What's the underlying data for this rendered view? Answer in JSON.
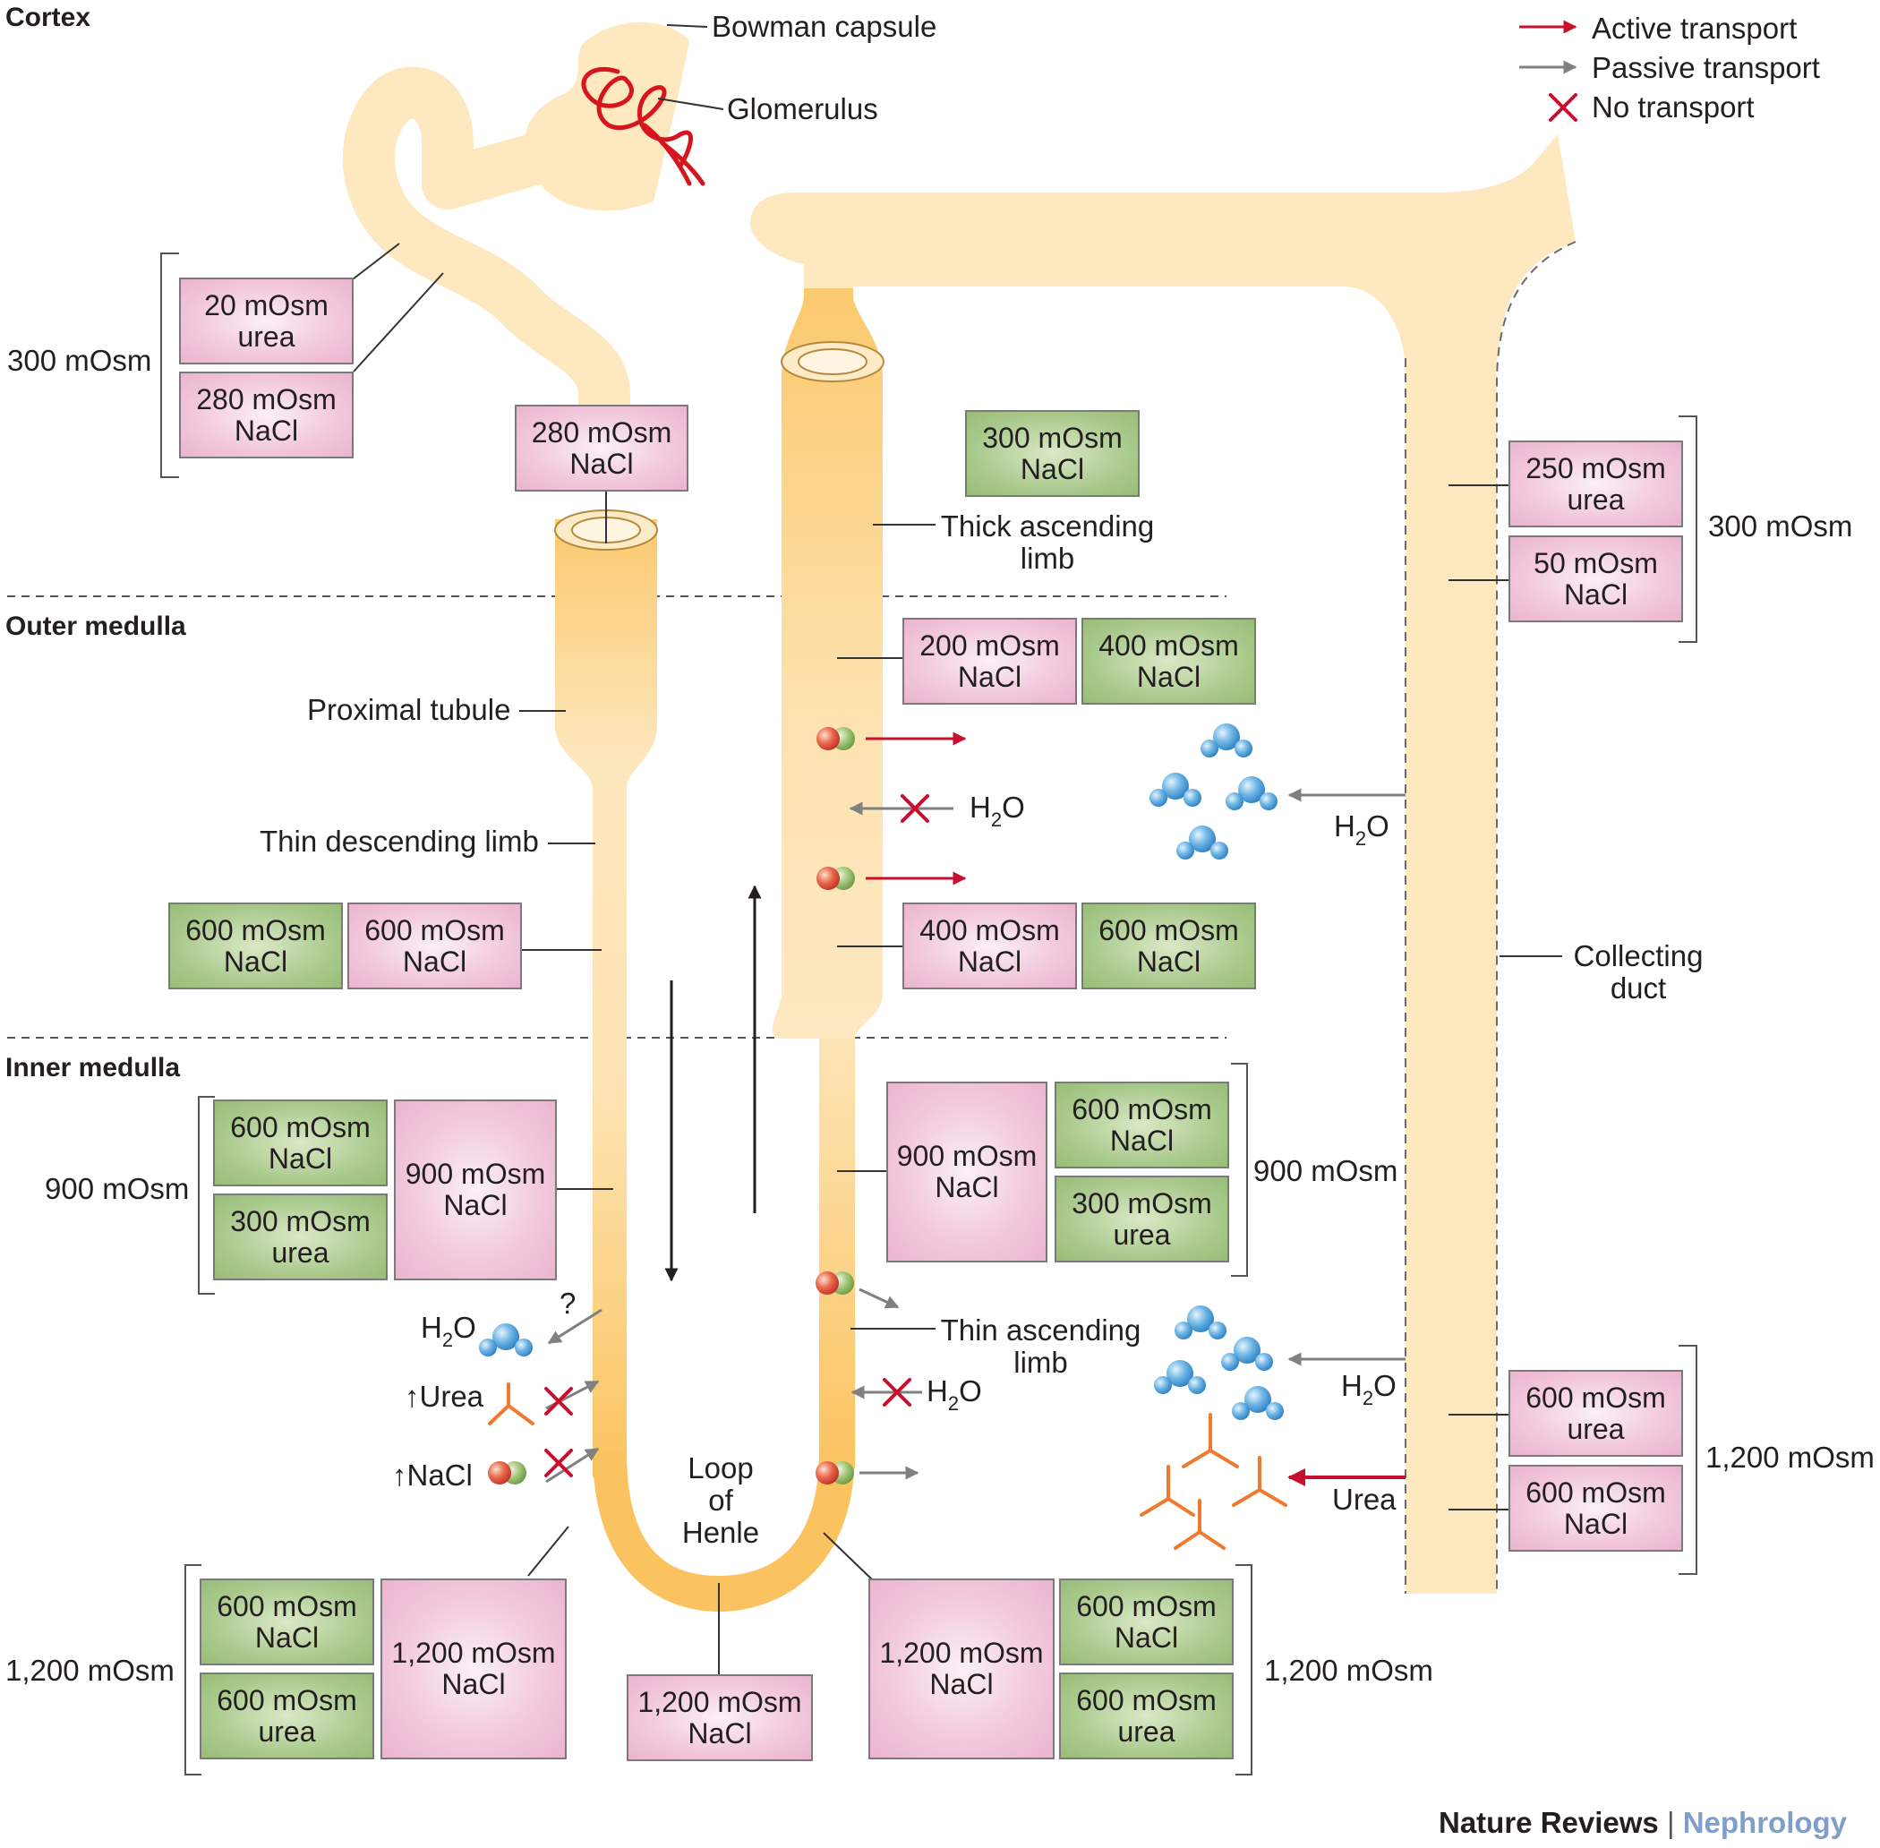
{
  "zones": {
    "cortex": "Cortex",
    "outer": "Outer medulla",
    "inner": "Inner medulla"
  },
  "labels": {
    "bowman": "Bowman capsule",
    "glomerulus": "Glomerulus",
    "proximal": "Proximal tubule",
    "thin_desc": "Thin descending limb",
    "thick_asc_1": "Thick ascending",
    "thick_asc_2": "limb",
    "thin_asc_1": "Thin ascending",
    "thin_asc_2": "limb",
    "loop_1": "Loop",
    "loop_2": "of",
    "loop_3": "Henle",
    "collecting_1": "Collecting",
    "collecting_2": "duct"
  },
  "legend": {
    "active": "Active transport",
    "passive": "Passive transport",
    "none": "No transport",
    "colors": {
      "active": "#c8102e",
      "passive": "#808080",
      "none": "#c8102e"
    }
  },
  "totals": {
    "cortex_left": "300 mOsm",
    "cortex_right": "300 mOsm",
    "inner_left": "900 mOsm",
    "inner_right": "900 mOsm",
    "bottom_left": "1,200 mOsm",
    "bottom_mid": "1,200 mOsm",
    "duct_bottom": "1,200 mOsm"
  },
  "boxes": {
    "b1": {
      "l1": "20 mOsm",
      "l2": "urea"
    },
    "b2": {
      "l1": "280 mOsm",
      "l2": "NaCl"
    },
    "b3": {
      "l1": "280 mOsm",
      "l2": "NaCl"
    },
    "b4": {
      "l1": "300 mOsm",
      "l2": "NaCl"
    },
    "b5": {
      "l1": "250 mOsm",
      "l2": "urea"
    },
    "b6": {
      "l1": "50 mOsm",
      "l2": "NaCl"
    },
    "b7": {
      "l1": "200 mOsm",
      "l2": "NaCl"
    },
    "b8": {
      "l1": "400 mOsm",
      "l2": "NaCl"
    },
    "b9": {
      "l1": "600 mOsm",
      "l2": "NaCl"
    },
    "b10": {
      "l1": "600 mOsm",
      "l2": "NaCl"
    },
    "b11": {
      "l1": "400 mOsm",
      "l2": "NaCl"
    },
    "b12": {
      "l1": "600 mOsm",
      "l2": "NaCl"
    },
    "b13": {
      "l1": "600 mOsm",
      "l2": "NaCl"
    },
    "b14": {
      "l1": "300 mOsm",
      "l2": "urea"
    },
    "b15": {
      "l1": "900 mOsm",
      "l2": "NaCl"
    },
    "b16": {
      "l1": "900 mOsm",
      "l2": "NaCl"
    },
    "b17": {
      "l1": "600 mOsm",
      "l2": "NaCl"
    },
    "b18": {
      "l1": "300 mOsm",
      "l2": "urea"
    },
    "b19": {
      "l1": "600 mOsm",
      "l2": "urea"
    },
    "b20": {
      "l1": "600 mOsm",
      "l2": "NaCl"
    },
    "b21": {
      "l1": "600 mOsm",
      "l2": "NaCl"
    },
    "b22": {
      "l1": "600 mOsm",
      "l2": "urea"
    },
    "b23": {
      "l1": "1,200 mOsm",
      "l2": "NaCl"
    },
    "b24": {
      "l1": "1,200 mOsm",
      "l2": "NaCl"
    },
    "b25": {
      "l1": "1,200 mOsm",
      "l2": "NaCl"
    },
    "b26": {
      "l1": "600 mOsm",
      "l2": "NaCl"
    },
    "b27": {
      "l1": "600 mOsm",
      "l2": "urea"
    }
  },
  "transport": {
    "h2o": "H",
    "h2o_sub": "2",
    "h2o_o": "O",
    "question": "?",
    "urea_up": "↑Urea",
    "nacl_up": "↑NaCl",
    "urea": "Urea"
  },
  "footer": {
    "journal": "Nature Reviews",
    "sep": "|",
    "section": "Nephrology"
  },
  "colors": {
    "tubule_light": "#fde8c0",
    "tubule_dark": "#fbc86b",
    "pink_box": "#f2c7dc",
    "green_box": "#a9c98c",
    "water": "#5aa7df",
    "urea": "#ef7a2f",
    "glomerulus": "#d7151f"
  }
}
